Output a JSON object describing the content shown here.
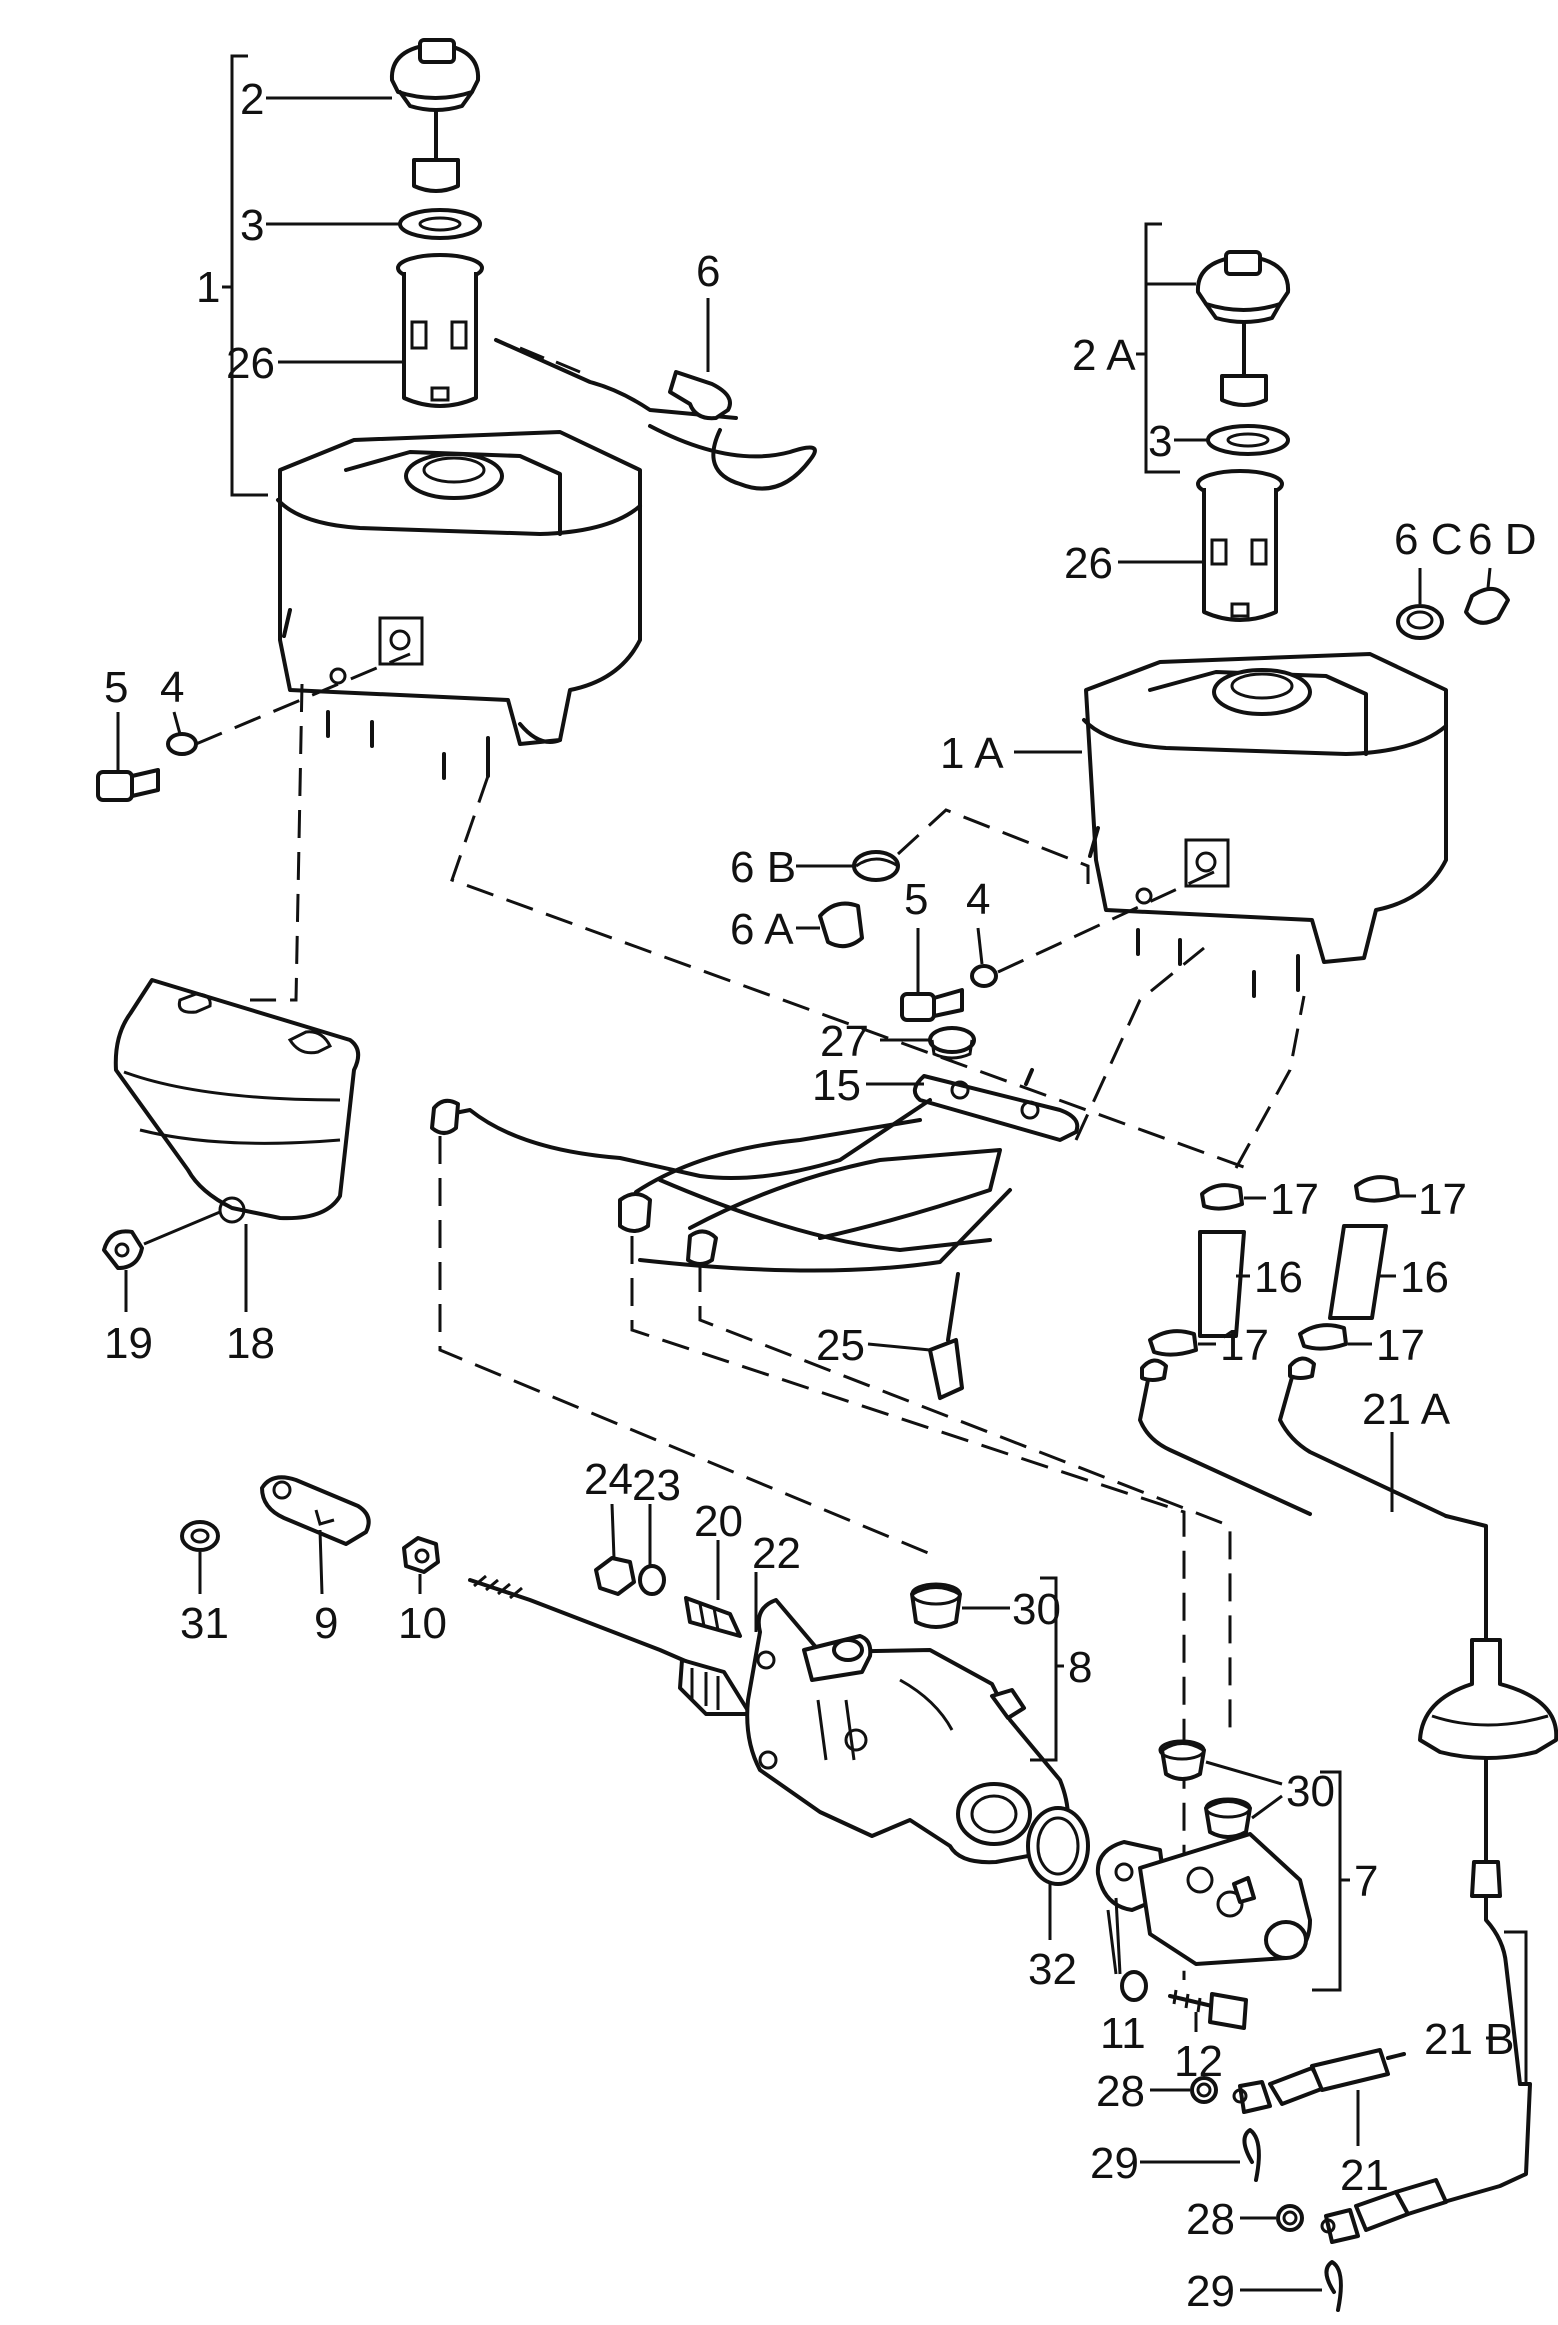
{
  "callouts": {
    "c1": "1",
    "c2": "2",
    "c3a": "3",
    "c26a": "26",
    "c6": "6",
    "c5a": "5",
    "c4a": "4",
    "c2A": "2 A",
    "c3b": "3",
    "c26b": "26",
    "c6C": "6 C",
    "c6D": "6 D",
    "c1A": "1 A",
    "c6B": "6 B",
    "c6A": "6 A",
    "c5b": "5",
    "c4b": "4",
    "c27": "27",
    "c15": "15",
    "c17a": "17",
    "c17b": "17",
    "c16a": "16",
    "c16b": "16",
    "c17c": "17",
    "c17d": "17",
    "c25": "25",
    "c19": "19",
    "c18": "18",
    "c21A": "21 A",
    "c24": "24",
    "c23": "23",
    "c20": "20",
    "c22": "22",
    "c30a": "30",
    "c8": "8",
    "c31": "31",
    "c9": "9",
    "c10": "10",
    "c30b": "30",
    "c7": "7",
    "c32": "32",
    "c11": "11",
    "c12": "12",
    "c28a": "28",
    "c21": "21",
    "c21B": "21 B",
    "c29a": "29",
    "c28b": "28",
    "c29b": "29"
  }
}
